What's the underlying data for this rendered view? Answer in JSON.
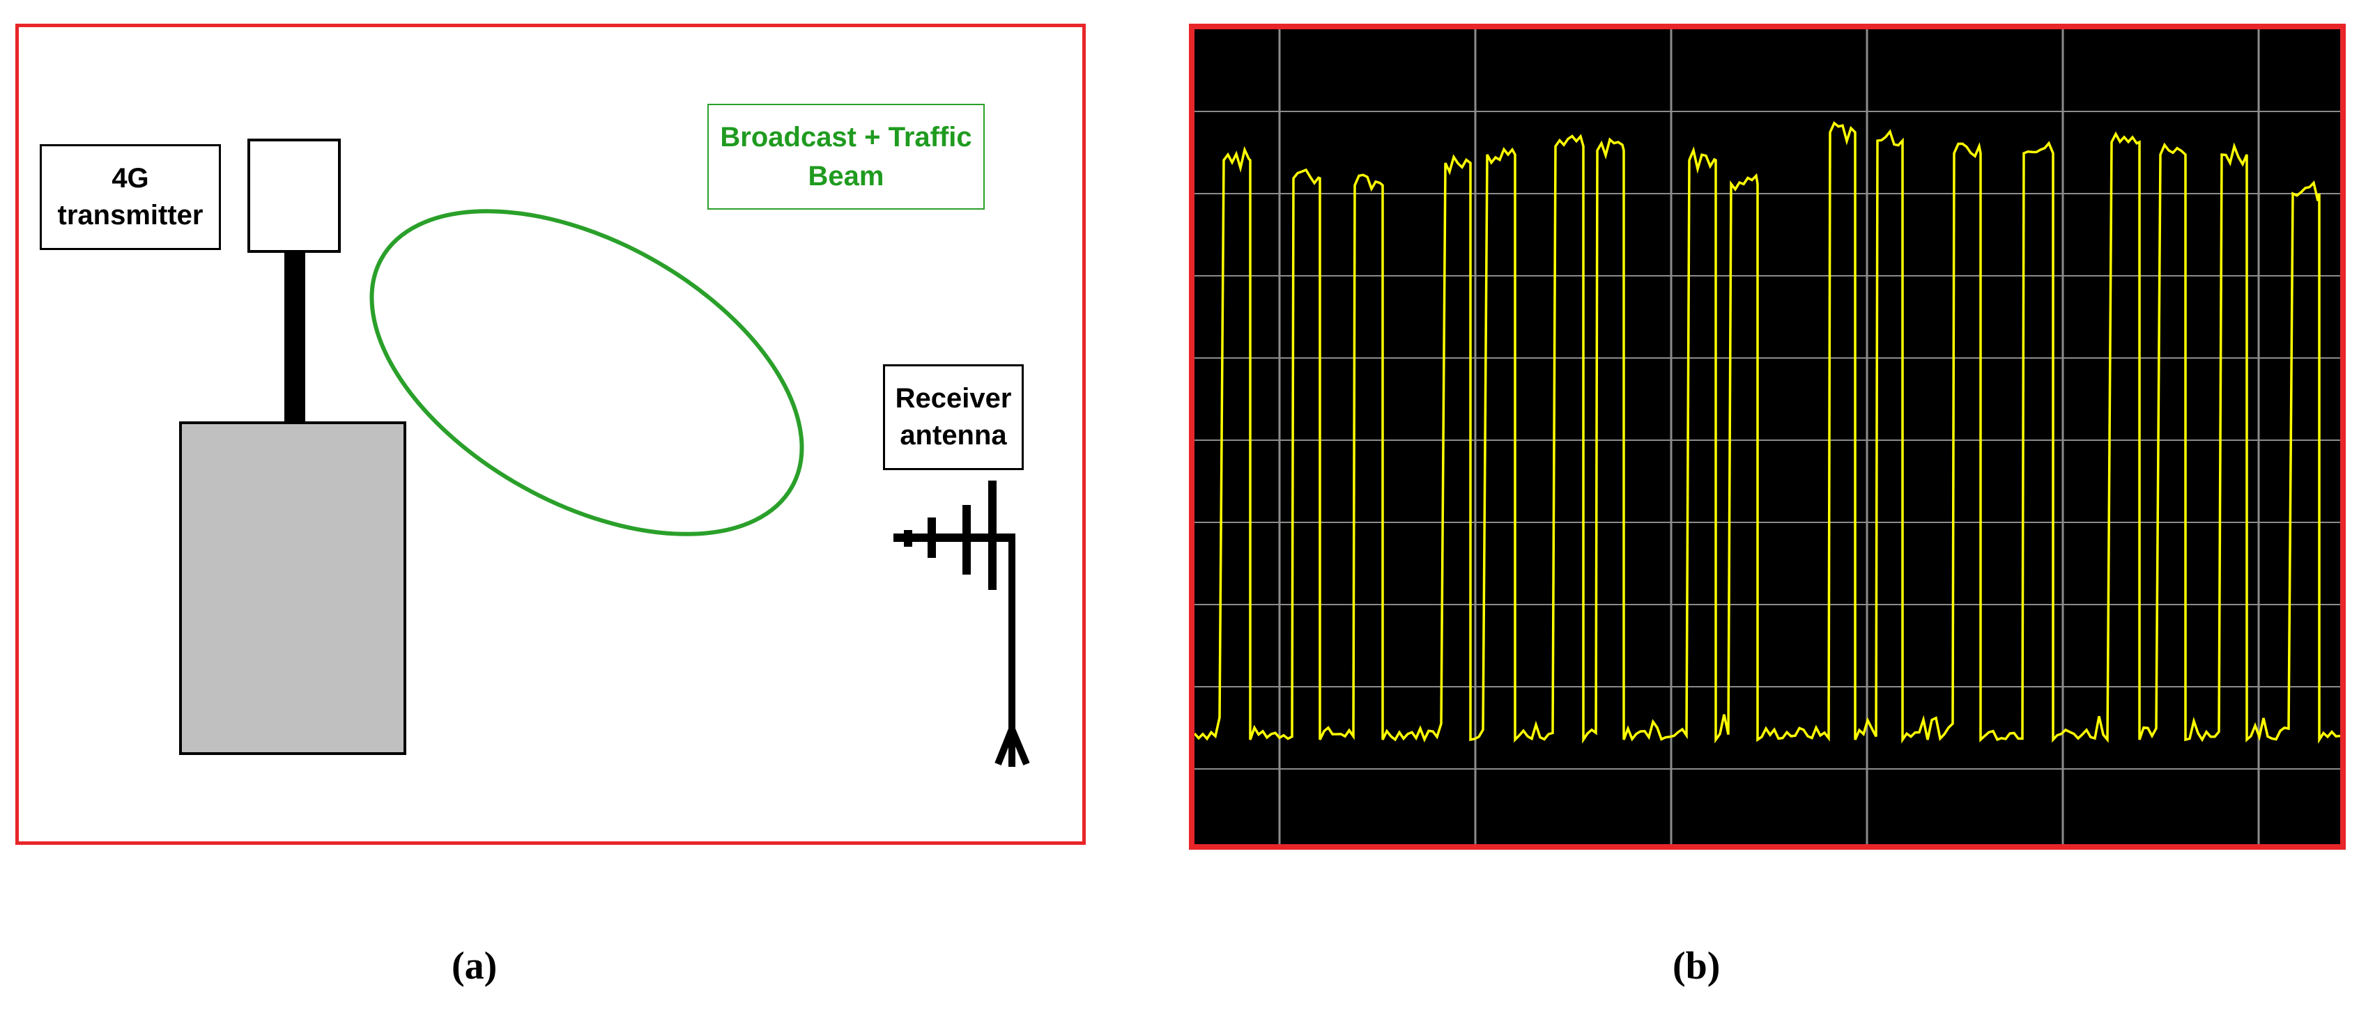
{
  "panel_a": {
    "transmitter_label": [
      "4G",
      "transmitter"
    ],
    "beam_label": [
      "Broadcast + Traffic",
      "Beam"
    ],
    "receiver_label": [
      "Receiver",
      "antenna"
    ],
    "caption": "(a)"
  },
  "panel_b": {
    "caption": "(b)",
    "trace_color": "#ffff00",
    "grid_color": "#8c8c8c",
    "background": "#000000"
  },
  "colors": {
    "border": "#e8262a",
    "beam": "#2aa02a",
    "enclosure_fill": "#c0c0c0"
  }
}
